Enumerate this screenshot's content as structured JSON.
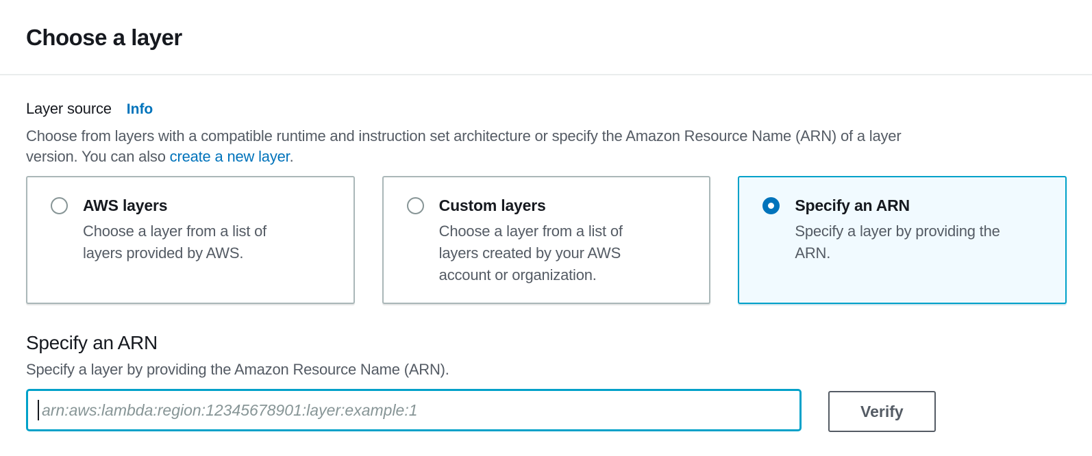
{
  "page": {
    "title": "Choose a layer"
  },
  "layer_source": {
    "label": "Layer source",
    "info_link_label": "Info",
    "description_line1": "Choose from layers with a compatible runtime and instruction set architecture or specify the Amazon Resource Name (ARN) of a layer",
    "description_line2_prefix": "version. You can also ",
    "create_layer_link_label": "create a new layer",
    "description_line2_suffix": ".",
    "options": [
      {
        "title": "AWS layers",
        "description": "Choose a layer from a list of layers provided by AWS.",
        "selected": false
      },
      {
        "title": "Custom layers",
        "description": "Choose a layer from a list of layers created by your AWS account or organization.",
        "selected": false
      },
      {
        "title": "Specify an ARN",
        "description": "Specify a layer by providing the ARN.",
        "selected": true
      }
    ]
  },
  "arn_section": {
    "heading": "Specify an ARN",
    "description": "Specify a layer by providing the Amazon Resource Name (ARN).",
    "input_value": "",
    "input_placeholder": "arn:aws:lambda:region:12345678901:layer:example:1",
    "verify_button_label": "Verify"
  },
  "colors": {
    "accent_blue": "#0073bb",
    "focus_border": "#00a1c9",
    "selected_card_bg": "#f1faff",
    "primary_text": "#16191f",
    "secondary_text": "#545b64",
    "card_border": "#aab7b8",
    "button_border": "#545b64",
    "placeholder_text": "#879596",
    "divider": "#eaeded"
  }
}
